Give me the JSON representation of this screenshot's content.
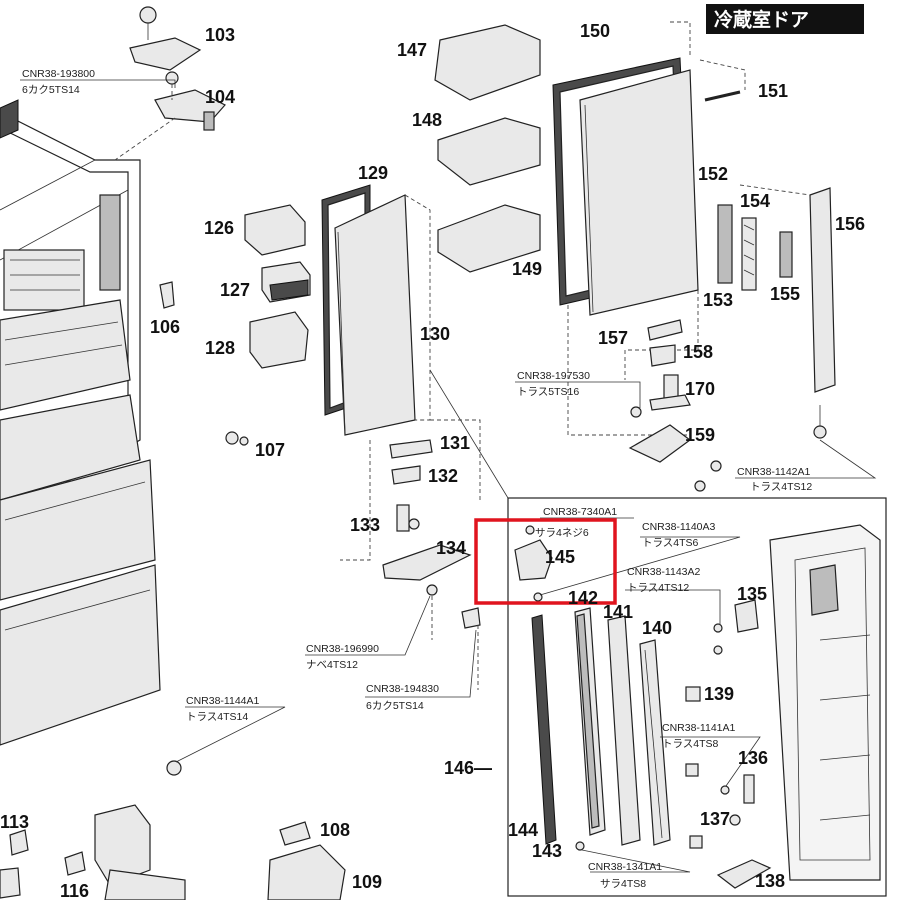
{
  "title": "冷蔵室ドア",
  "highlight_color": "#e0141e",
  "part_numbers": {
    "p103": "103",
    "p104": "104",
    "p106": "106",
    "p107": "107",
    "p108": "108",
    "p109": "109",
    "p113": "113",
    "p116": "116",
    "p126": "126",
    "p127": "127",
    "p128": "128",
    "p129": "129",
    "p130": "130",
    "p131": "131",
    "p132": "132",
    "p133": "133",
    "p134": "134",
    "p135": "135",
    "p136": "136",
    "p137": "137",
    "p138": "138",
    "p139": "139",
    "p140": "140",
    "p141": "141",
    "p142": "142",
    "p143": "143",
    "p144": "144",
    "p145": "145",
    "p146": "146—",
    "p147": "147",
    "p148": "148",
    "p149": "149",
    "p150": "150",
    "p151": "151",
    "p152": "152",
    "p153": "153",
    "p154": "154",
    "p155": "155",
    "p156": "156",
    "p157": "157",
    "p158": "158",
    "p159": "159",
    "p170": "170"
  },
  "screw_labels": {
    "s193800_code": "CNR38-193800",
    "s193800_desc": "6カク5TS14",
    "s197530_code": "CNR38-197530",
    "s197530_desc": "トラス5TS16",
    "s1142_code": "CNR38-1142A1",
    "s1142_desc": "トラス4TS12",
    "s7340_code": "CNR38-7340A1",
    "s7340_desc": "サラ4ネジ6",
    "s1140_code": "CNR38-1140A3",
    "s1140_desc": "トラス4TS6",
    "s1143_code": "CNR38-1143A2",
    "s1143_desc": "トラス4TS12",
    "s196990_code": "CNR38-196990",
    "s196990_desc": "ナベ4TS12",
    "s194830_code": "CNR38-194830",
    "s194830_desc": "6カク5TS14",
    "s1144_code": "CNR38-1144A1",
    "s1144_desc": "トラス4TS14",
    "s1141_code": "CNR38-1141A1",
    "s1141_desc": "トラス4TS8",
    "s1341_code": "CNR38-1341A1",
    "s1341_desc": "サラ4TS8"
  }
}
